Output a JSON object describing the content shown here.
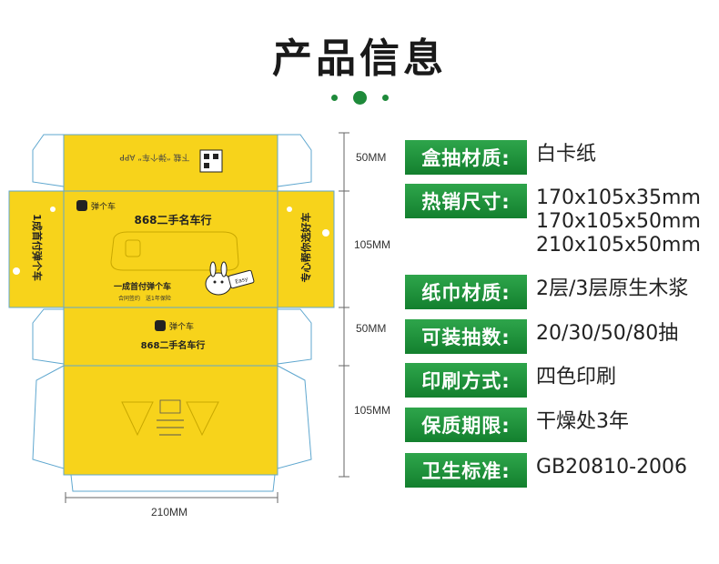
{
  "header": {
    "title": "产品信息"
  },
  "dieline": {
    "dimensions": [
      "50MM",
      "105MM",
      "50MM",
      "105MM"
    ],
    "width_label": "210MM",
    "top_flap": {
      "text": "下载 “弹个车” APP"
    },
    "panel_main": {
      "brand": "弹个车",
      "headline": "868二手名车行",
      "side_left": "1成首付弹个车",
      "side_right": "专心帮你选好车",
      "slogan": "一成首付弹个车",
      "sub_slogan": "合同签约　送1年保险",
      "mascot_card": "Easy"
    },
    "panel_side": {
      "brand": "弹个车",
      "headline": "868二手名车行"
    },
    "colors": {
      "box_yellow": "#f7d31b",
      "dieline_blue": "#5fa7cf",
      "accent": "#1e8a3a"
    }
  },
  "specs": [
    {
      "label": "盒抽材质:",
      "lines": [
        "白卡纸"
      ]
    },
    {
      "label": "热销尺寸:",
      "lines": [
        "170x105x35mm",
        "170x105x50mm",
        "210x105x50mm"
      ]
    },
    {
      "label": "纸巾材质:",
      "lines": [
        "2层/3层原生木浆"
      ]
    },
    {
      "label": "可装抽数:",
      "lines": [
        "20/30/50/80抽"
      ]
    },
    {
      "label": "印刷方式:",
      "lines": [
        "四色印刷"
      ]
    },
    {
      "label": "保质期限:",
      "lines": [
        "干燥处3年"
      ]
    },
    {
      "label": "卫生标准:",
      "lines": [
        "GB20810-2006"
      ]
    }
  ]
}
